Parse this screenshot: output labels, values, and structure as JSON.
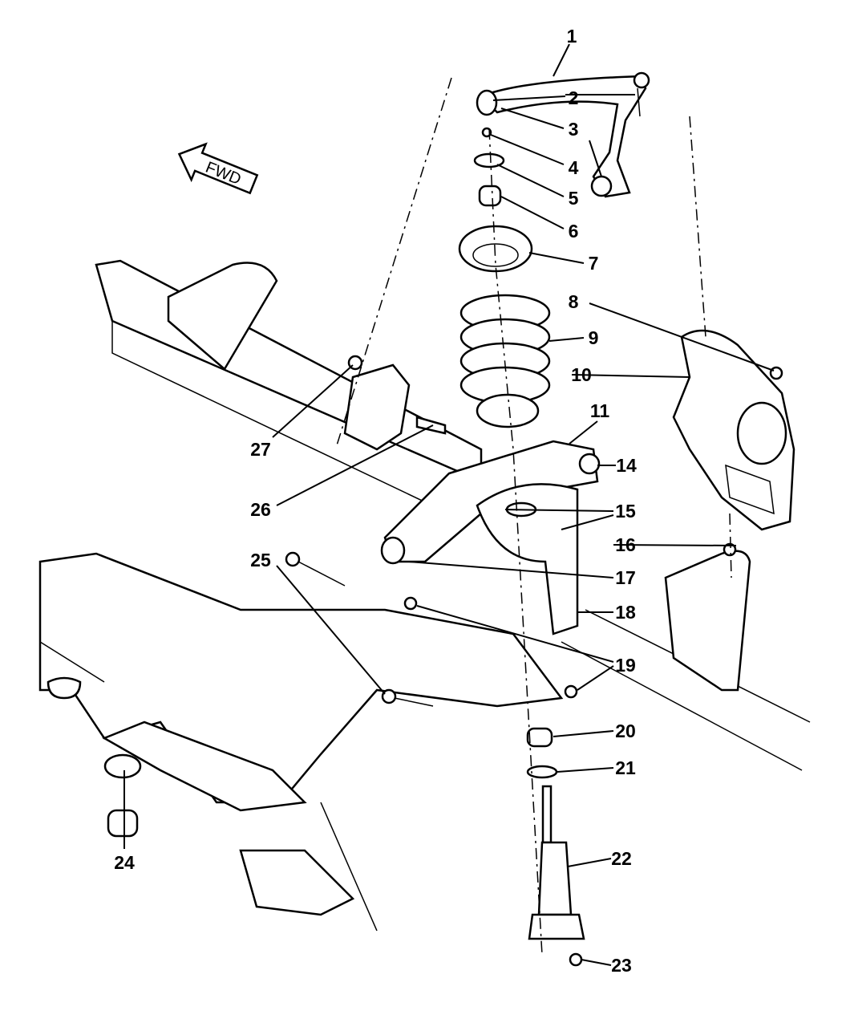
{
  "diagram": {
    "direction_label": "FWD",
    "callouts": [
      "1",
      "2",
      "3",
      "4",
      "5",
      "6",
      "7",
      "8",
      "9",
      "10",
      "11",
      "14",
      "15",
      "16",
      "17",
      "18",
      "19",
      "20",
      "21",
      "22",
      "23",
      "24",
      "25",
      "26",
      "27"
    ]
  }
}
